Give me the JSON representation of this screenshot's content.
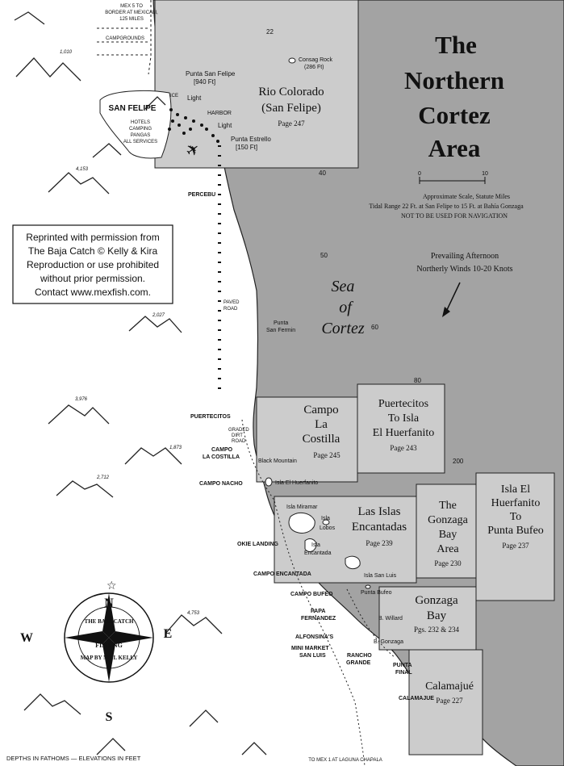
{
  "title": {
    "line1": "The",
    "line2": "Northern",
    "line3": "Cortez",
    "line4": "Area"
  },
  "scale": {
    "tick0": "0",
    "tick10": "10",
    "line1": "Approximate Scale, Statute Miles",
    "line2": "Tidal Range 22 Ft. at San Felipe to 15 Ft. at Bahía Gonzaga",
    "line3": "NOT TO BE USED FOR NAVIGATION"
  },
  "winds": {
    "line1": "Prevailing Afternoon",
    "line2": "Northerly Winds 10-20 Knots"
  },
  "sea": {
    "line1": "Sea",
    "line2": "of",
    "line3": "Cortez"
  },
  "permission": {
    "line1": "Reprinted with permission from",
    "line2": "The Baja Catch © Kelly & Kira",
    "line3": "Reproduction or use prohibited",
    "line4": "without prior permission.",
    "line5": "Contact www.mexfish.com."
  },
  "depths": [
    "22",
    "40",
    "50",
    "60",
    "80",
    "200"
  ],
  "elevations": [
    "1,010",
    "4,153",
    "2,027",
    "3,976",
    "1,873",
    "2,712",
    "4,753"
  ],
  "regions": {
    "rio": {
      "line1": "Rio Colorado",
      "line2": "(San Felipe)",
      "page": "Page 247"
    },
    "campo": {
      "line1": "Campo",
      "line2": "La",
      "line3": "Costilla",
      "page": "Page 245"
    },
    "puertecitos": {
      "line1": "Puertecitos",
      "line2": "To Isla",
      "line3": "El Huerfanito",
      "page": "Page 243"
    },
    "islas": {
      "line1": "Las Islas",
      "line2": "Encantadas",
      "page": "Page 239"
    },
    "gonzaga_area": {
      "line1": "The",
      "line2": "Gonzaga",
      "line3": "Bay",
      "line4": "Area",
      "page": "Page 230"
    },
    "isla_hf": {
      "line1": "Isla El",
      "line2": "Huerfanito",
      "line3": "To",
      "line4": "Punta Bufeo",
      "page": "Page 237"
    },
    "gonzaga_bay": {
      "line1": "Gonzaga",
      "line2": "Bay",
      "page": "Pgs. 232 & 234"
    },
    "calamajue": {
      "line1": "Calamajué",
      "page": "Page 227"
    }
  },
  "places": {
    "mex5_1": "MEX 5 TO",
    "mex5_2": "BORDER AT MEXICALI,",
    "mex5_3": "125 MILES",
    "campgrounds": "CAMPGROUNDS",
    "consag1": "Consag Rock",
    "consag2": "(286 Ft)",
    "psf1": "Punta San Felipe",
    "psf2": "[940 Ft]",
    "ice": "ICE",
    "light1": "Light",
    "harbor": "HARBOR",
    "light2": "Light",
    "san_felipe": "SAN FELIPE",
    "hotels": "HOTELS",
    "camping": "CAMPING",
    "pangas": "PANGAS",
    "services": "ALL SERVICES",
    "pe1": "Punta Estrello",
    "pe2": "[150 Ft]",
    "percebu": "PERCEBU",
    "paved1": "PAVED",
    "paved2": "ROAD",
    "fermin1": "Punta",
    "fermin2": "San Fermin",
    "puertecitos": "PUERTECITOS",
    "graded1": "GRADED",
    "graded2": "DIRT",
    "graded3": "ROAD",
    "clc1": "CAMPO",
    "clc2": "LA COSTILLA",
    "black_mtn": "Black Mountain",
    "campo_nacho": "CAMPO NACHO",
    "isla_hf": "Isla El Huerfanito",
    "miramar": "Isla Miramar",
    "lobos1": "Isla",
    "lobos2": "Lobos",
    "enc1": "Isla",
    "enc2": "Encantada",
    "okie": "OKIE LANDING",
    "san_luis": "Isla San Luis",
    "campo_enc": "CAMPO ENCANTADA",
    "campo_bufeo": "CAMPO BUFEO",
    "punta_bufeo": "Punta Bufeo",
    "papa1": "PAPA",
    "papa2": "FERNANDEZ",
    "willard": "B. Willard",
    "alfonsinas": "ALFONSINA'S",
    "b_gonzaga": "B. Gonzaga",
    "mini1": "MINI MARKET",
    "mini2": "SAN LUIS",
    "rancho1": "RANCHO",
    "rancho2": "GRANDE",
    "pfinal1": "PUNTA",
    "pfinal2": "FINAL",
    "calamajue": "CALAMAJUE"
  },
  "compass": {
    "n": "N",
    "s": "S",
    "e": "E",
    "w": "W",
    "ring_top": "THE BAJA CATCH",
    "ring_mid": "FISHING",
    "ring_bottom": "MAP BY NEIL KELLY"
  },
  "footer": {
    "left": "DEPTHS IN FATHOMS — ELEVATIONS IN FEET",
    "center": "TO MEX 1 AT LAGUNA CHAPALA"
  },
  "colors": {
    "sea": "#a3a3a3",
    "region": "#cccccc",
    "land": "#ffffff",
    "ink": "#1a1a1a"
  }
}
